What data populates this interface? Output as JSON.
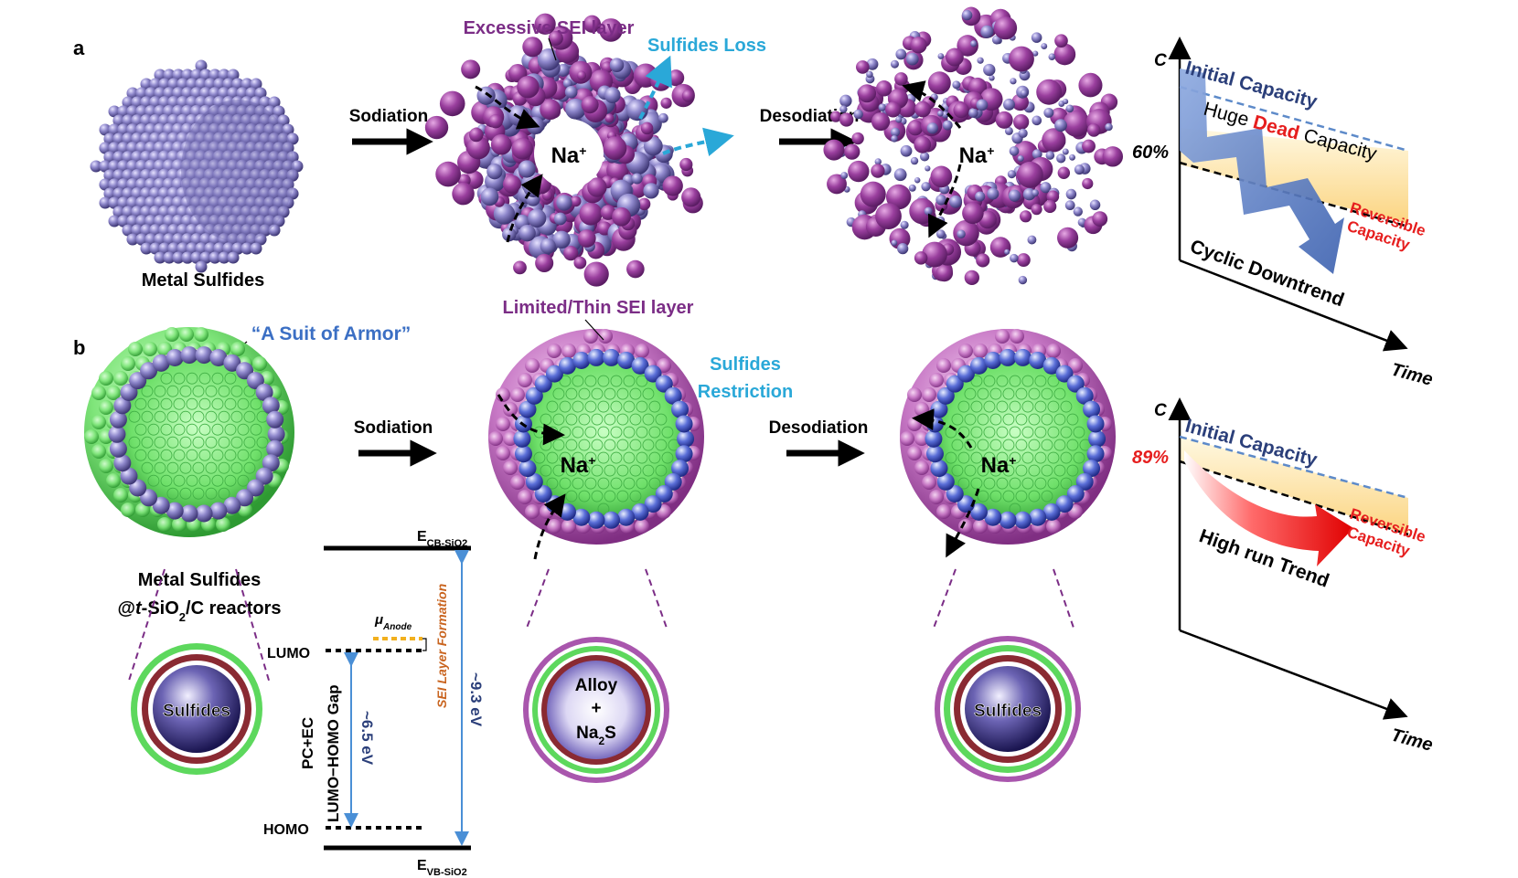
{
  "panels": {
    "a": {
      "letter": "a",
      "material": "Metal Sulfides",
      "step1": "Sodiation",
      "step2": "Desodiation",
      "sei": "Excessive SEI layer",
      "loss": "Sulfides Loss",
      "ion": "Na",
      "ion_sup": "+",
      "graph": {
        "c": "C",
        "initial": "Initial Capacity",
        "pct": "60%",
        "dead_pre": "Huge ",
        "dead_word": "Dead",
        "dead_post": " Capacity",
        "rev1": "Reversible",
        "rev2": "Capacity",
        "trend": "Cyclic Downtrend",
        "time": "Time"
      }
    },
    "b": {
      "letter": "b",
      "armor": "“A Suit of Armor”",
      "material_line1": "Metal Sulfides",
      "material_line2_pre": "@",
      "material_line2_it": "t",
      "material_line2_mid": "-SiO",
      "material_line2_sub": "2",
      "material_line2_post": "/C reactors",
      "step1": "Sodiation",
      "step2": "Desodiation",
      "sei": "Limited/Thin SEI layer",
      "restriction1": "Sulfides",
      "restriction2": "Restriction",
      "ion": "Na",
      "ion_sup": "+",
      "core_left": "Sulfides",
      "core_mid1": "Alloy",
      "core_mid2": "+",
      "core_mid3_pre": "Na",
      "core_mid3_sub": "2",
      "core_mid3_post": "S",
      "core_right": "Sulfides",
      "graph": {
        "c": "C",
        "initial": "Initial Capacity",
        "pct": "89%",
        "rev1": "Reversible",
        "rev2": "Capacity",
        "trend": "High run Trend",
        "time": "Time"
      }
    }
  },
  "energy": {
    "ecb": "E",
    "ecb_sub": "CB-SiO2",
    "evb": "E",
    "evb_sub": "VB-SiO2",
    "lumo": "LUMO",
    "homo": "HOMO",
    "mu": "μ",
    "mu_sub": "Anode",
    "electrolyte": "PC+EC",
    "gap_label": "LUMO−HOMO Gap",
    "gap_value": "~6.5 eV",
    "sei_formation": "SEI Layer Formation",
    "total_gap": "~9.3 eV"
  },
  "colors": {
    "purple_sei": "#7b2d86",
    "sulfide_sphere": "#8d86c9",
    "green_shell": "#5de35d",
    "blue_text": "#2aa8d8",
    "navy_text": "#2b3f7a",
    "red_text": "#e61e1e",
    "orange_text": "#c9641f",
    "arrow_blue": "#5f84c8",
    "band_fill": "#fde7a6"
  }
}
